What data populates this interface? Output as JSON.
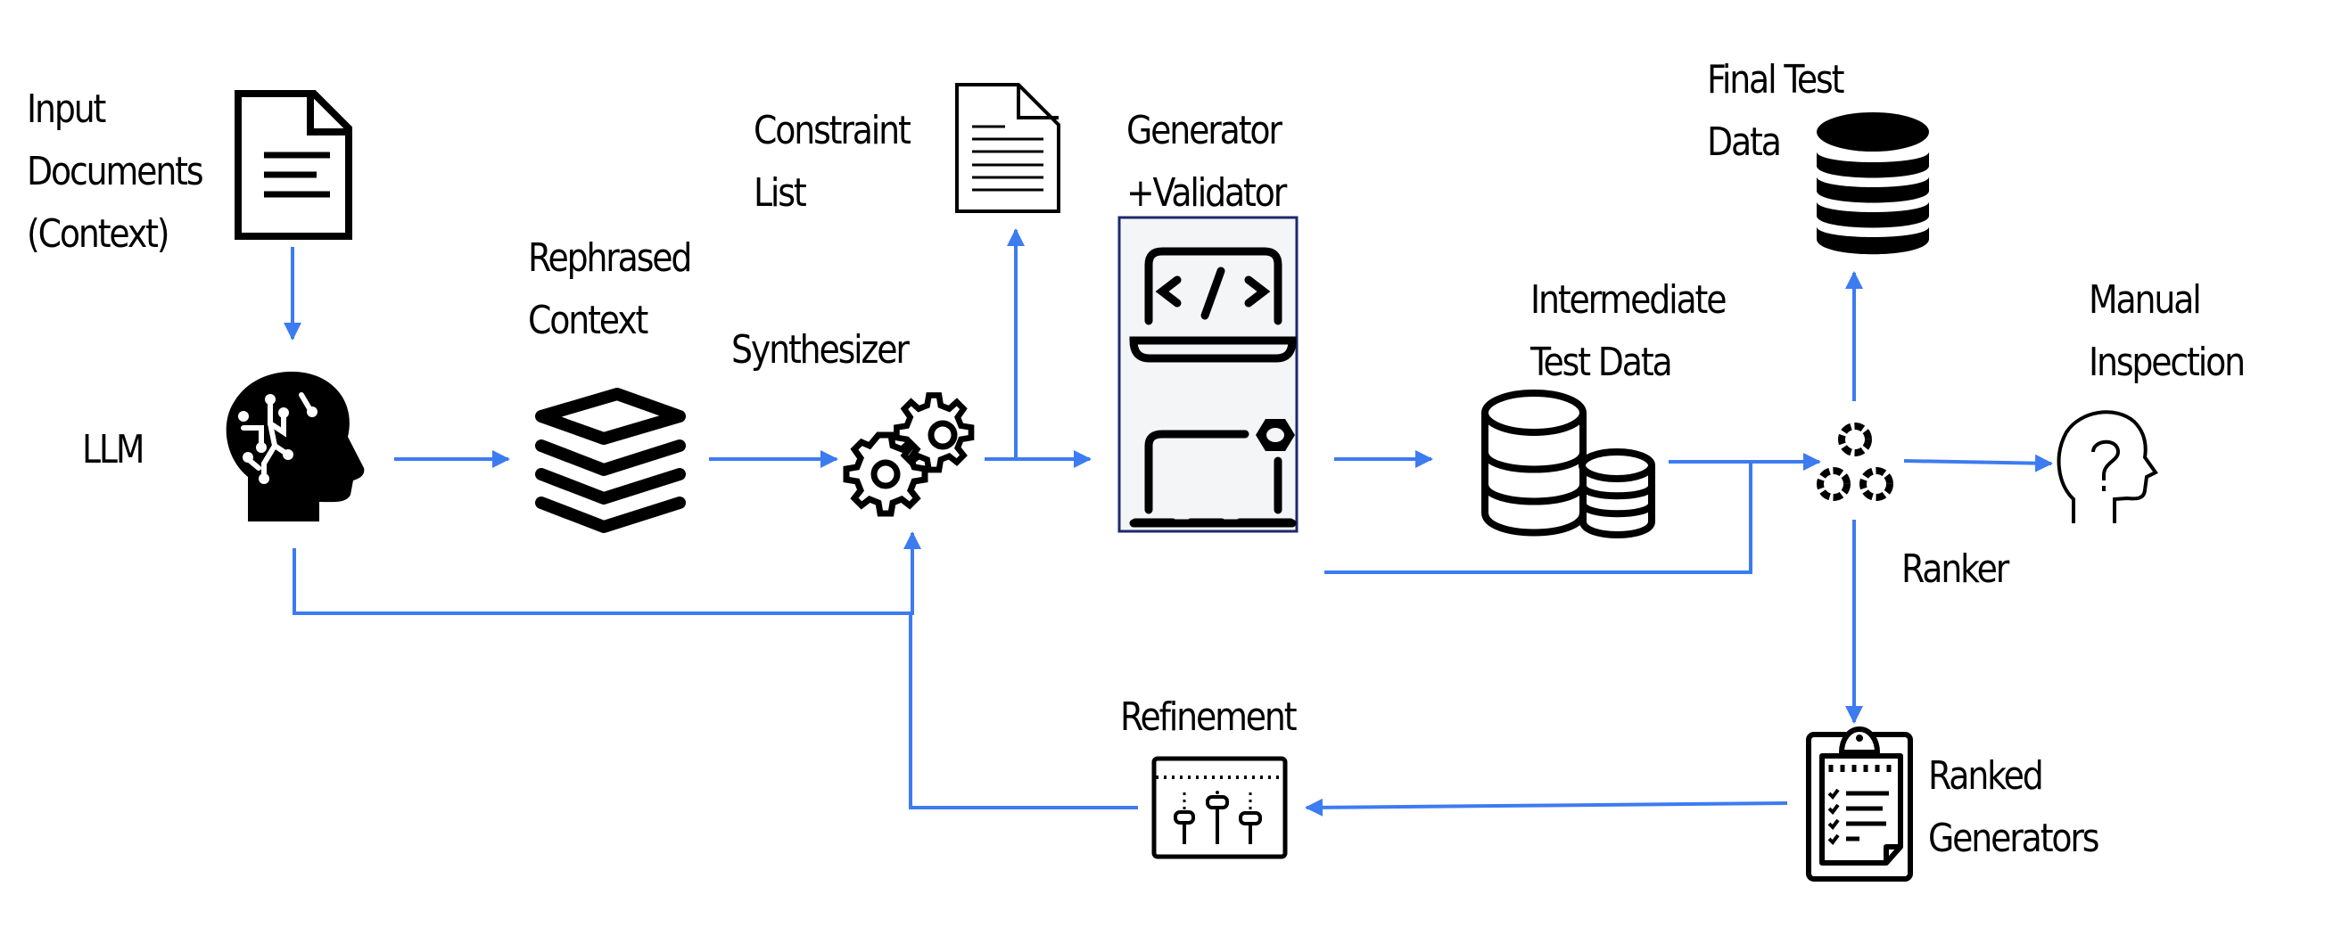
{
  "diagram": {
    "arrow_color": "#3d7bf0",
    "nodes": {
      "input_documents": {
        "label_lines": [
          "Input",
          "Documents",
          "(Context)"
        ],
        "icon": "document-icon"
      },
      "llm": {
        "label_lines": [
          "LLM"
        ],
        "icon": "ai-brain-head-icon"
      },
      "rephrased_context": {
        "label_lines": [
          "Rephrased",
          "Context"
        ],
        "icon": "layers-stack-icon"
      },
      "synthesizer": {
        "label_lines": [
          "Synthesizer"
        ],
        "icon": "gears-icon"
      },
      "constraint_list": {
        "label_lines": [
          "Constraint",
          "List"
        ],
        "icon": "list-document-icon"
      },
      "generator_validator": {
        "label_lines": [
          "Generator",
          "+Validator"
        ],
        "icon": "laptop-code-icon"
      },
      "intermediate_test_data": {
        "label_lines": [
          "Intermediate",
          "Test Data"
        ],
        "icon": "database-pair-icon"
      },
      "final_test_data": {
        "label_lines": [
          "Final Test",
          "Data"
        ],
        "icon": "database-icon"
      },
      "ranker": {
        "label_lines": [
          "Ranker"
        ],
        "icon": "three-gears-icon"
      },
      "manual_inspection": {
        "label_lines": [
          "Manual",
          "Inspection"
        ],
        "icon": "head-question-icon"
      },
      "ranked_generators": {
        "label_lines": [
          "Ranked",
          "Generators"
        ],
        "icon": "clipboard-checklist-icon"
      },
      "refinement": {
        "label_lines": [
          "Refinement"
        ],
        "icon": "sliders-panel-icon"
      }
    },
    "edges": [
      {
        "from": "input_documents",
        "to": "llm"
      },
      {
        "from": "llm",
        "to": "rephrased_context"
      },
      {
        "from": "rephrased_context",
        "to": "synthesizer"
      },
      {
        "from": "synthesizer",
        "to": "constraint_list"
      },
      {
        "from": "synthesizer",
        "to": "generator_validator"
      },
      {
        "from": "llm",
        "to": "synthesizer"
      },
      {
        "from": "generator_validator",
        "to": "intermediate_test_data"
      },
      {
        "from": "intermediate_test_data",
        "to": "ranker"
      },
      {
        "from": "generator_validator",
        "to": "ranker"
      },
      {
        "from": "ranker",
        "to": "final_test_data"
      },
      {
        "from": "ranker",
        "to": "manual_inspection"
      },
      {
        "from": "ranker",
        "to": "ranked_generators"
      },
      {
        "from": "ranked_generators",
        "to": "refinement"
      },
      {
        "from": "refinement",
        "to": "synthesizer"
      }
    ]
  }
}
